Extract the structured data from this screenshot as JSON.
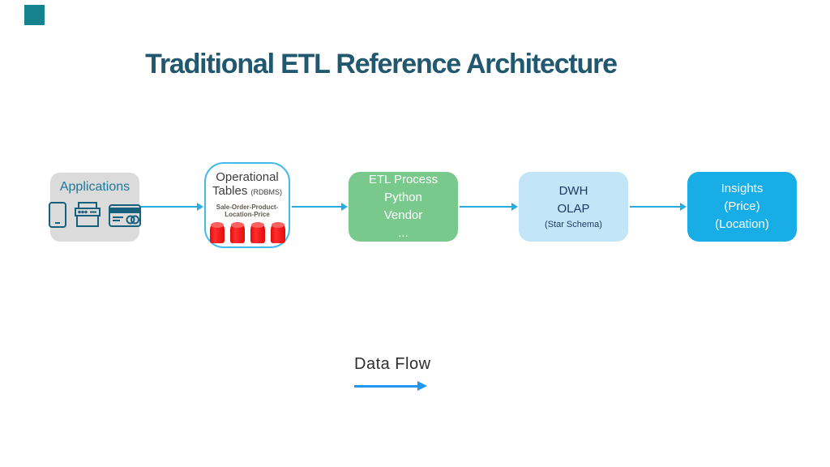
{
  "title": "Traditional ETL Reference Architecture",
  "colors": {
    "accent_teal_square": "#15828d",
    "title_text": "#21586f",
    "connector_arrow": "#29abe2",
    "applications_box": "#dbdbdb",
    "applications_label": "#1e7898",
    "icon_stroke": "#16607e",
    "operational_border": "#45b9e8",
    "cylinder_red": "#f01111",
    "etl_box_green": "#79c88c",
    "dwh_box_blue": "#c2e6f7",
    "dwh_text": "#1f3864",
    "insights_box_blue": "#19ade6",
    "legend_arrow_blue": "#2196f3"
  },
  "flow": {
    "applications": {
      "label": "Applications",
      "icons": [
        "tablet-icon",
        "cash-register-icon",
        "credit-card-icon"
      ]
    },
    "operational": {
      "line1": "Operational",
      "line2": "Tables",
      "paren": "(RDBMS)",
      "small1": "Sale-Order-Product-",
      "small2": "Location-Price",
      "cylinder_icon": "database-cylinder-icon",
      "cylinder_count": 4
    },
    "etl": {
      "line1": "ETL Process",
      "line2": "Python",
      "line3": "Vendor",
      "line4": "..."
    },
    "dwh": {
      "line1": "DWH",
      "line2": "OLAP",
      "line3": "(Star Schema)"
    },
    "insights": {
      "line1": "Insights",
      "line2": "(Price)",
      "line3": "(Location)"
    }
  },
  "legend": {
    "label": "Data Flow"
  }
}
